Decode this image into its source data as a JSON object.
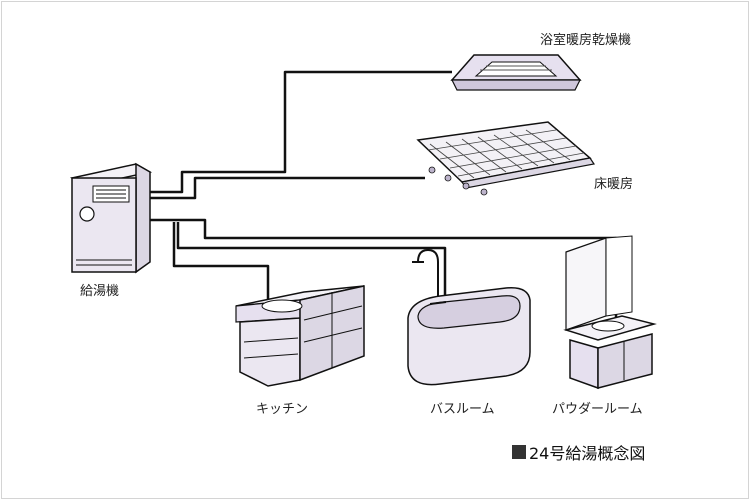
{
  "labels": {
    "bath_dryer": "浴室暖房乾燥機",
    "floor_heating": "床暖房",
    "water_heater": "給湯機",
    "kitchen": "キッチン",
    "bathroom": "バスルーム",
    "powder_room": "パウダールーム"
  },
  "caption": {
    "text": "24号給湯概念図"
  },
  "colors": {
    "line": "#111111",
    "appliance_fill": "#eae6f0",
    "panel_fill": "#f3f1f6"
  }
}
